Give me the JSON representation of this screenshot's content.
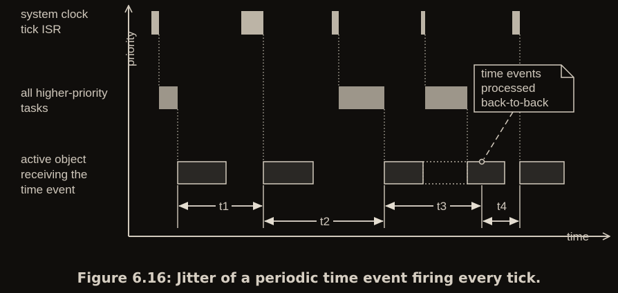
{
  "rows": {
    "isr": [
      "system clock",
      "tick ISR"
    ],
    "tasks": [
      "all higher-priority",
      "tasks"
    ],
    "ao": [
      "active object",
      "receiving the",
      "time event"
    ]
  },
  "axes": {
    "y_label": "priority",
    "x_label": "time"
  },
  "note": [
    "time events",
    "processed",
    "back-to-back"
  ],
  "intervals": [
    "t1",
    "t2",
    "t3",
    "t4"
  ],
  "caption": "Figure 6.16: Jitter of a periodic time event firing every tick.",
  "colors": {
    "background": "#100e0c",
    "line": "#d2cabd",
    "isr_fill": "#bcb4a6",
    "task_fill": "#9d968a",
    "ao_fill": "#2a2825",
    "note_fill": "#0f0d0b",
    "text": "#cfc7bb"
  }
}
